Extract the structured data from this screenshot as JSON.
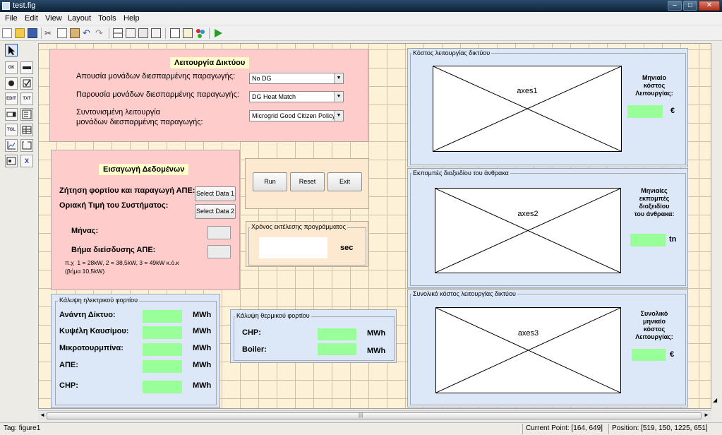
{
  "window": {
    "title": "test.fig",
    "min_label": "–",
    "max_label": "□",
    "close_label": "✕"
  },
  "menu": [
    "File",
    "Edit",
    "View",
    "Layout",
    "Tools",
    "Help"
  ],
  "toolbar_icons": [
    "new-file-icon",
    "open-folder-icon",
    "save-icon",
    "cut-icon",
    "copy-icon",
    "paste-icon",
    "undo-icon",
    "redo-icon",
    "align-icon",
    "menu-editor-icon",
    "tab-order-icon",
    "toolbar-editor-icon",
    "editor-icon",
    "property-inspector-icon",
    "object-browser-icon",
    "run-icon"
  ],
  "palette": [
    {
      "name": "select-tool-icon",
      "text": ""
    },
    {
      "name": "pushbutton-tool-icon",
      "text": "OK"
    },
    {
      "name": "slider-tool-icon",
      "text": ""
    },
    {
      "name": "radiobutton-tool-icon",
      "text": ""
    },
    {
      "name": "checkbox-tool-icon",
      "text": ""
    },
    {
      "name": "edittext-tool-icon",
      "text": "EDIT"
    },
    {
      "name": "statictext-tool-icon",
      "text": "TXT"
    },
    {
      "name": "popupmenu-tool-icon",
      "text": ""
    },
    {
      "name": "listbox-tool-icon",
      "text": ""
    },
    {
      "name": "togglebutton-tool-icon",
      "text": "TGL"
    },
    {
      "name": "table-tool-icon",
      "text": ""
    },
    {
      "name": "axes-tool-icon",
      "text": ""
    },
    {
      "name": "panel-tool-icon",
      "text": ""
    },
    {
      "name": "buttongroup-tool-icon",
      "text": ""
    },
    {
      "name": "activex-tool-icon",
      "text": "X"
    }
  ],
  "network_panel": {
    "title": "Λειτουργία Δικτύου",
    "rows": [
      {
        "label": "Απουσία μονάδων διεσπαρμένης παραγωγής:",
        "value": "No DG"
      },
      {
        "label": "Παρουσία μονάδων διεσπαρμένης παραγωγής:",
        "value": "DG Heat Match"
      },
      {
        "label": "Συντονισμένη λειτουργία\nμονάδων διεσπαρμένης παραγωγής:",
        "value": "Microgrid Good Citizen Policy"
      }
    ]
  },
  "input_panel": {
    "title": "Εισαγωγή Δεδομένων",
    "load_label": "Ζήτηση φορτίου και παραγωγή ΑΠΕ:",
    "price_label": "Οριακή Τιμή του Συστήματος:",
    "select1": "Select Data 1",
    "select2": "Select Data 2",
    "month_label": "Μήνας:",
    "step_label": "Βήμα διείσδυσης ΑΠΕ:",
    "step_hint": "π.χ  1 = 28kW, 2 = 38,5kW, 3 = 49kW κ.ό.κ\n(βήμα 10,5kW)"
  },
  "controls": {
    "run": "Run",
    "reset": "Reset",
    "exit": "Exit"
  },
  "exec_time": {
    "title": "Χρόνος εκτέλεσης προγράμματος",
    "unit": "sec"
  },
  "electric_load": {
    "title": "Κάλυψη ηλεκτρικού φορτίου",
    "rows": [
      {
        "label": "Ανάντη Δίκτυο:",
        "unit": "MWh"
      },
      {
        "label": "Κυψέλη Καυσίμου:",
        "unit": "MWh"
      },
      {
        "label": "Μικροτουρμπίνα:",
        "unit": "MWh"
      },
      {
        "label": "ΑΠΕ:",
        "unit": "MWh"
      },
      {
        "label": "CHP:",
        "unit": "MWh"
      }
    ]
  },
  "thermal_load": {
    "title": "Κάλυψη θερμικού φορτίου",
    "rows": [
      {
        "label": "CHP:",
        "unit": "MWh"
      },
      {
        "label": "Boiler:",
        "unit": "MWh"
      }
    ]
  },
  "cost_panels": [
    {
      "title": "Κόστος λειτουργίας δικτύου",
      "axes": "axes1",
      "caption": "Μηνιαίο\nκόστος\nΛειτουργίας:",
      "unit": "€"
    },
    {
      "title": "Εκπομπές διοξειδίου του άνθρακα",
      "axes": "axes2",
      "caption": "Μηνιαίες\nεκπομπές\nδιοξειδίου\nτου άνθρακα:",
      "unit": "tn"
    },
    {
      "title": "Συνολικό κόστος λειτουργίας δικτύου",
      "axes": "axes3",
      "caption": "Συνολικό\nμηνιαίο\nκόστος\nΛειτουργίας:",
      "unit": "€"
    }
  ],
  "scrollbar": {
    "left_arrow": "◄",
    "right_arrow": "►",
    "grip": "|||"
  },
  "status": {
    "tag": "Tag: figure1",
    "current_point": "Current Point:  [164, 649]",
    "position": "Position: [519, 150, 1225, 651]"
  },
  "colors": {
    "panel_pink": "#ffcccc",
    "panel_blue": "#dce8f7",
    "panel_peach": "#fde9cf",
    "output_green": "#99ff99",
    "grid_bg": "#fdf1d8"
  }
}
